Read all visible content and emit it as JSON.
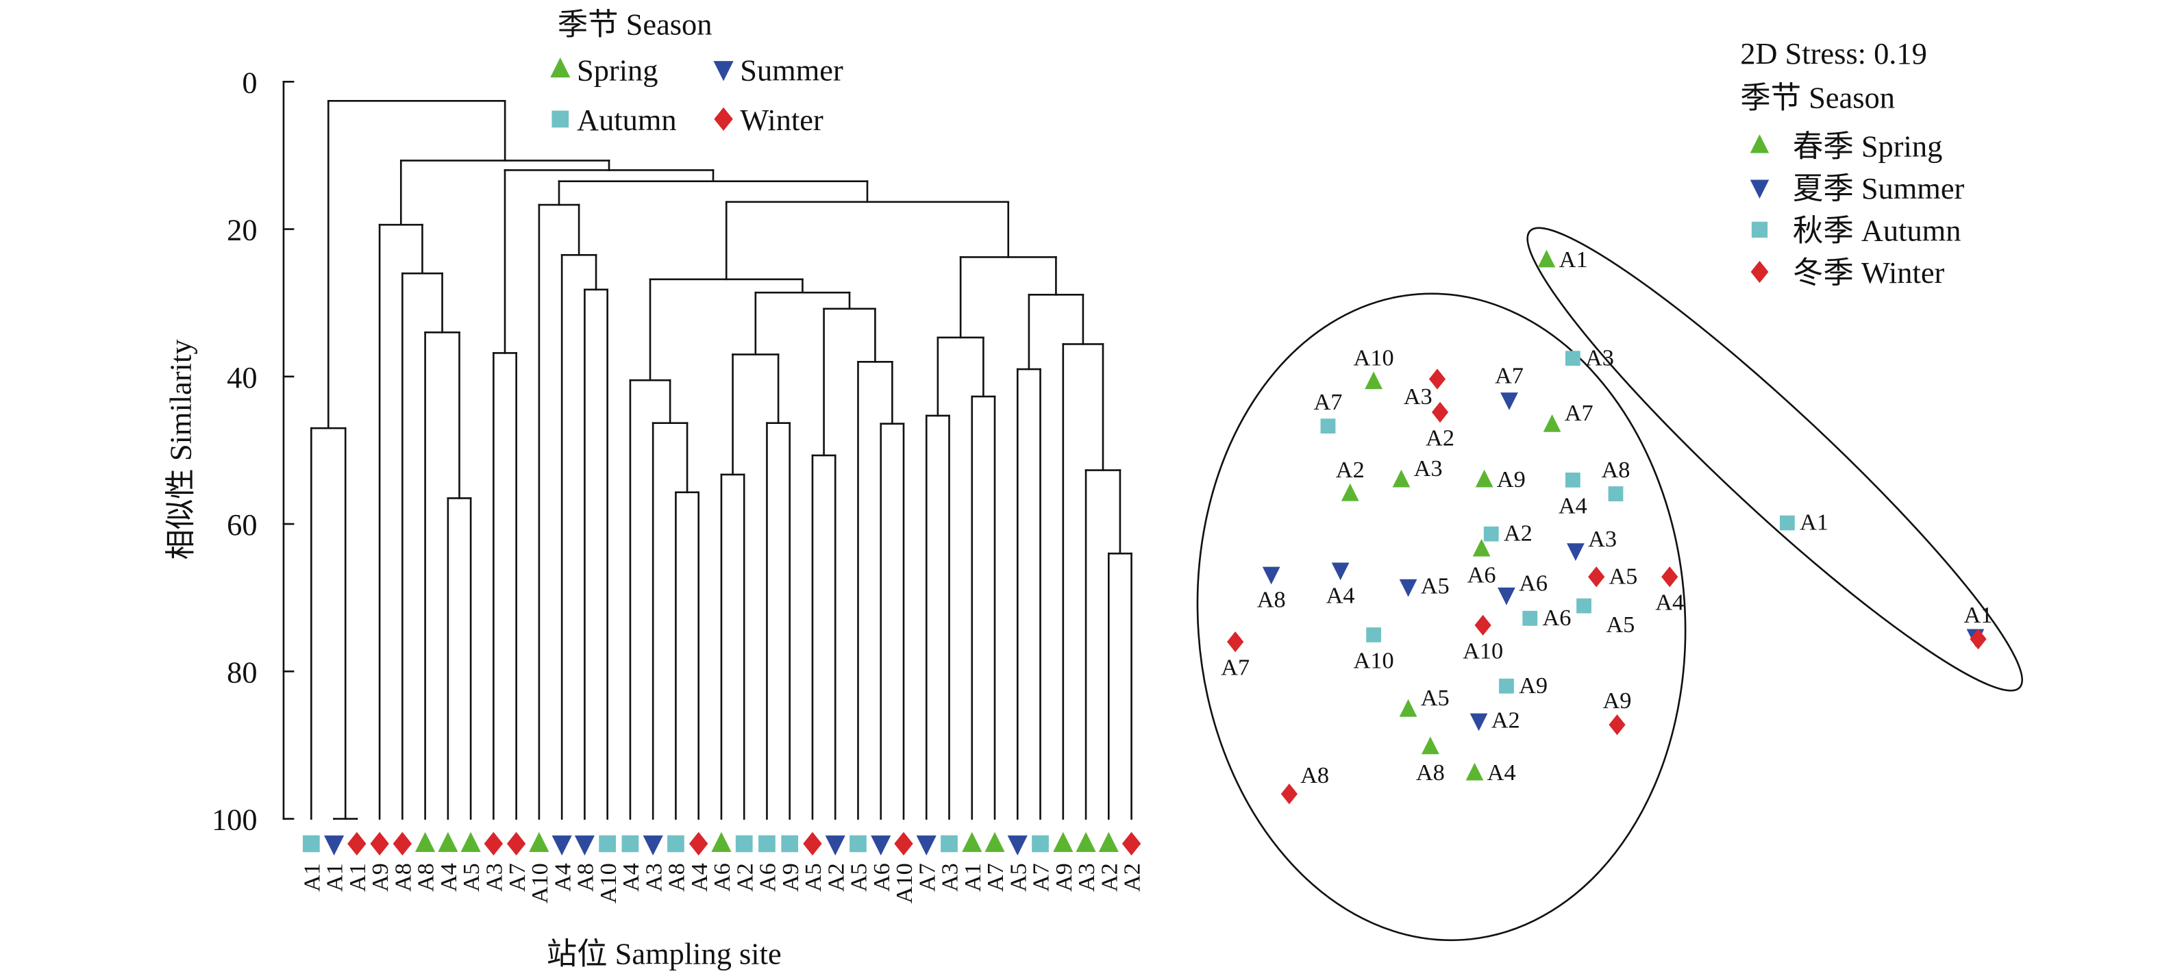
{
  "colors": {
    "Spring": "#5cb531",
    "Summer": "#2e4a9e",
    "Autumn": "#6fc1c5",
    "Winter": "#d8262b"
  },
  "shapes": {
    "Spring": "triangle-up",
    "Summer": "triangle-down",
    "Autumn": "square",
    "Winter": "diamond"
  },
  "chart_data": [
    {
      "type": "dendrogram",
      "ylabel": "相似性 Similarity",
      "xlabel": "站位 Sampling site",
      "ylim": [
        0,
        100
      ],
      "yticks": [
        "0",
        "20",
        "40",
        "60",
        "80",
        "100"
      ],
      "legend_title": "季节 Season",
      "legend": [
        {
          "season": "Spring",
          "label": "Spring"
        },
        {
          "season": "Summer",
          "label": "Summer"
        },
        {
          "season": "Autumn",
          "label": "Autumn"
        },
        {
          "season": "Winter",
          "label": "Winter"
        }
      ],
      "leaves": [
        {
          "site": "A1",
          "season": "Autumn"
        },
        {
          "site": "A1",
          "season": "Summer"
        },
        {
          "site": "A1",
          "season": "Winter"
        },
        {
          "site": "A9",
          "season": "Winter"
        },
        {
          "site": "A8",
          "season": "Winter"
        },
        {
          "site": "A8",
          "season": "Spring"
        },
        {
          "site": "A4",
          "season": "Spring"
        },
        {
          "site": "A5",
          "season": "Spring"
        },
        {
          "site": "A3",
          "season": "Winter"
        },
        {
          "site": "A7",
          "season": "Winter"
        },
        {
          "site": "A10",
          "season": "Spring"
        },
        {
          "site": "A4",
          "season": "Summer"
        },
        {
          "site": "A8",
          "season": "Summer"
        },
        {
          "site": "A10",
          "season": "Autumn"
        },
        {
          "site": "A4",
          "season": "Autumn"
        },
        {
          "site": "A3",
          "season": "Summer"
        },
        {
          "site": "A8",
          "season": "Autumn"
        },
        {
          "site": "A4",
          "season": "Winter"
        },
        {
          "site": "A6",
          "season": "Spring"
        },
        {
          "site": "A2",
          "season": "Autumn"
        },
        {
          "site": "A6",
          "season": "Autumn"
        },
        {
          "site": "A9",
          "season": "Autumn"
        },
        {
          "site": "A5",
          "season": "Winter"
        },
        {
          "site": "A2",
          "season": "Summer"
        },
        {
          "site": "A5",
          "season": "Autumn"
        },
        {
          "site": "A6",
          "season": "Summer"
        },
        {
          "site": "A10",
          "season": "Winter"
        },
        {
          "site": "A7",
          "season": "Summer"
        },
        {
          "site": "A3",
          "season": "Autumn"
        },
        {
          "site": "A1",
          "season": "Spring"
        },
        {
          "site": "A7",
          "season": "Spring"
        },
        {
          "site": "A5",
          "season": "Summer"
        },
        {
          "site": "A7",
          "season": "Autumn"
        },
        {
          "site": "A9",
          "season": "Spring"
        },
        {
          "site": "A3",
          "season": "Spring"
        },
        {
          "site": "A2",
          "season": "Spring"
        },
        {
          "site": "A2",
          "season": "Winter"
        }
      ],
      "tree": {
        "h": 2.6,
        "c": [
          {
            "h": 47,
            "c": [
              0,
              {
                "h": 100,
                "c": [
                  1,
                  2
                ]
              }
            ]
          },
          {
            "h": 10.7,
            "c": [
              {
                "h": 19.4,
                "c": [
                  3,
                  {
                    "h": 26,
                    "c": [
                      4,
                      {
                        "h": 34,
                        "c": [
                          5,
                          {
                            "h": 56.5,
                            "c": [
                              6,
                              7
                            ]
                          }
                        ]
                      }
                    ]
                  }
                ]
              },
              {
                "h": 12,
                "c": [
                  {
                    "h": 36.8,
                    "c": [
                      8,
                      9
                    ]
                  },
                  {
                    "h": 13.5,
                    "c": [
                      {
                        "h": 16.7,
                        "c": [
                          10,
                          {
                            "h": 23.5,
                            "c": [
                              11,
                              {
                                "h": 28.2,
                                "c": [
                                  12,
                                  13
                                ]
                              }
                            ]
                          }
                        ]
                      },
                      {
                        "h": 16.3,
                        "c": [
                          {
                            "h": 26.8,
                            "c": [
                              {
                                "h": 40.5,
                                "c": [
                                  14,
                                  {
                                    "h": 46.3,
                                    "c": [
                                      15,
                                      {
                                        "h": 55.7,
                                        "c": [
                                          16,
                                          17
                                        ]
                                      }
                                    ]
                                  }
                                ]
                              },
                              {
                                "h": 28.6,
                                "c": [
                                  {
                                    "h": 37,
                                    "c": [
                                      {
                                        "h": 53.3,
                                        "c": [
                                          18,
                                          19
                                        ]
                                      },
                                      {
                                        "h": 46.3,
                                        "c": [
                                          20,
                                          21
                                        ]
                                      }
                                    ]
                                  },
                                  {
                                    "h": 30.8,
                                    "c": [
                                      {
                                        "h": 50.7,
                                        "c": [
                                          22,
                                          23
                                        ]
                                      },
                                      {
                                        "h": 38,
                                        "c": [
                                          24,
                                          {
                                            "h": 46.4,
                                            "c": [
                                              25,
                                              26
                                            ]
                                          }
                                        ]
                                      }
                                    ]
                                  }
                                ]
                              }
                            ]
                          },
                          {
                            "h": 23.8,
                            "c": [
                              {
                                "h": 34.7,
                                "c": [
                                  {
                                    "h": 45.3,
                                    "c": [
                                      27,
                                      28
                                    ]
                                  },
                                  {
                                    "h": 42.7,
                                    "c": [
                                      29,
                                      30
                                    ]
                                  }
                                ]
                              },
                              {
                                "h": 28.9,
                                "c": [
                                  {
                                    "h": 39,
                                    "c": [
                                      31,
                                      32
                                    ]
                                  },
                                  {
                                    "h": 35.6,
                                    "c": [
                                      33,
                                      {
                                        "h": 52.7,
                                        "c": [
                                          34,
                                          {
                                            "h": 64,
                                            "c": [
                                              35,
                                              36
                                            ]
                                          }
                                        ]
                                      }
                                    ]
                                  }
                                ]
                              }
                            ]
                          }
                        ]
                      }
                    ]
                  }
                ]
              }
            ]
          }
        ]
      }
    },
    {
      "type": "scatter",
      "stress_label": "2D Stress: 0.19",
      "legend_title": "季节 Season",
      "legend": [
        {
          "season": "Spring",
          "label": "春季 Spring"
        },
        {
          "season": "Summer",
          "label": "夏季 Summer"
        },
        {
          "season": "Autumn",
          "label": "秋季 Autumn"
        },
        {
          "season": "Winter",
          "label": "冬季 Winter"
        }
      ],
      "points": [
        {
          "season": "Spring",
          "site": "A1",
          "mds1": -0.32,
          "mds2": 2.52,
          "label_pos": "right"
        },
        {
          "season": "Spring",
          "site": "A10",
          "mds1": -1.57,
          "mds2": 1.64,
          "label_pos": "above"
        },
        {
          "season": "Spring",
          "site": "A2",
          "mds1": -1.74,
          "mds2": 0.83,
          "label_pos": "above"
        },
        {
          "season": "Spring",
          "site": "A3",
          "mds1": -1.37,
          "mds2": 0.93,
          "label_pos": "right-up"
        },
        {
          "season": "Spring",
          "site": "A9",
          "mds1": -0.77,
          "mds2": 0.93,
          "label_pos": "right"
        },
        {
          "season": "Spring",
          "site": "A7",
          "mds1": -0.28,
          "mds2": 1.33,
          "label_pos": "right-up"
        },
        {
          "season": "Spring",
          "site": "A6",
          "mds1": -0.79,
          "mds2": 0.43,
          "label_pos": "below"
        },
        {
          "season": "Spring",
          "site": "A5",
          "mds1": -1.32,
          "mds2": -0.73,
          "label_pos": "right-up"
        },
        {
          "season": "Spring",
          "site": "A8",
          "mds1": -1.16,
          "mds2": -1.0,
          "label_pos": "below"
        },
        {
          "season": "Spring",
          "site": "A4",
          "mds1": -0.84,
          "mds2": -1.19,
          "label_pos": "right"
        },
        {
          "season": "Summer",
          "site": "A7",
          "mds1": -0.59,
          "mds2": 1.51,
          "label_pos": "above"
        },
        {
          "season": "Summer",
          "site": "A8",
          "mds1": -2.31,
          "mds2": 0.25,
          "label_pos": "below"
        },
        {
          "season": "Summer",
          "site": "A4",
          "mds1": -1.81,
          "mds2": 0.28,
          "label_pos": "below"
        },
        {
          "season": "Summer",
          "site": "A5",
          "mds1": -1.32,
          "mds2": 0.16,
          "label_pos": "right"
        },
        {
          "season": "Summer",
          "site": "A6",
          "mds1": -0.61,
          "mds2": 0.1,
          "label_pos": "right-up"
        },
        {
          "season": "Summer",
          "site": "A3",
          "mds1": -0.11,
          "mds2": 0.42,
          "label_pos": "right-up"
        },
        {
          "season": "Summer",
          "site": "A2",
          "mds1": -0.81,
          "mds2": -0.81,
          "label_pos": "right"
        },
        {
          "season": "Summer",
          "site": "A1",
          "mds1": 2.78,
          "mds2": -0.2,
          "label_pos": "none"
        },
        {
          "season": "Autumn",
          "site": "A3",
          "mds1": -0.13,
          "mds2": 1.81,
          "label_pos": "right"
        },
        {
          "season": "Autumn",
          "site": "A7",
          "mds1": -1.9,
          "mds2": 1.32,
          "label_pos": "above"
        },
        {
          "season": "Autumn",
          "site": "A4",
          "mds1": -0.13,
          "mds2": 0.93,
          "label_pos": "below"
        },
        {
          "season": "Autumn",
          "site": "A8",
          "mds1": 0.18,
          "mds2": 0.83,
          "label_pos": "above"
        },
        {
          "season": "Autumn",
          "site": "A2",
          "mds1": -0.72,
          "mds2": 0.54,
          "label_pos": "right"
        },
        {
          "season": "Autumn",
          "site": "A6",
          "mds1": -0.44,
          "mds2": -0.07,
          "label_pos": "right"
        },
        {
          "season": "Autumn",
          "site": "A5",
          "mds1": -0.05,
          "mds2": 0.02,
          "label_pos": "below-right"
        },
        {
          "season": "Autumn",
          "site": "A10",
          "mds1": -1.57,
          "mds2": -0.19,
          "label_pos": "below"
        },
        {
          "season": "Autumn",
          "site": "A9",
          "mds1": -0.61,
          "mds2": -0.56,
          "label_pos": "right"
        },
        {
          "season": "Autumn",
          "site": "A1",
          "mds1": 1.42,
          "mds2": 0.62,
          "label_pos": "right"
        },
        {
          "season": "Winter",
          "site": "A3",
          "mds1": -1.11,
          "mds2": 1.66,
          "label_pos": "below"
        },
        {
          "season": "Winter",
          "site": "A2",
          "mds1": -1.09,
          "mds2": 1.42,
          "label_pos": "below"
        },
        {
          "season": "Winter",
          "site": "A5",
          "mds1": 0.04,
          "mds2": 0.23,
          "label_pos": "right"
        },
        {
          "season": "Winter",
          "site": "A4",
          "mds1": 0.57,
          "mds2": 0.23,
          "label_pos": "below"
        },
        {
          "season": "Winter",
          "site": "A10",
          "mds1": -0.78,
          "mds2": -0.12,
          "label_pos": "below"
        },
        {
          "season": "Winter",
          "site": "A7",
          "mds1": -2.57,
          "mds2": -0.24,
          "label_pos": "below"
        },
        {
          "season": "Winter",
          "site": "A9",
          "mds1": 0.19,
          "mds2": -0.84,
          "label_pos": "above"
        },
        {
          "season": "Winter",
          "site": "A8",
          "mds1": -2.18,
          "mds2": -1.34,
          "label_pos": "above-right"
        },
        {
          "season": "Winter",
          "site": "A1",
          "mds1": 2.8,
          "mds2": -0.22,
          "label_pos": "above"
        }
      ]
    }
  ]
}
